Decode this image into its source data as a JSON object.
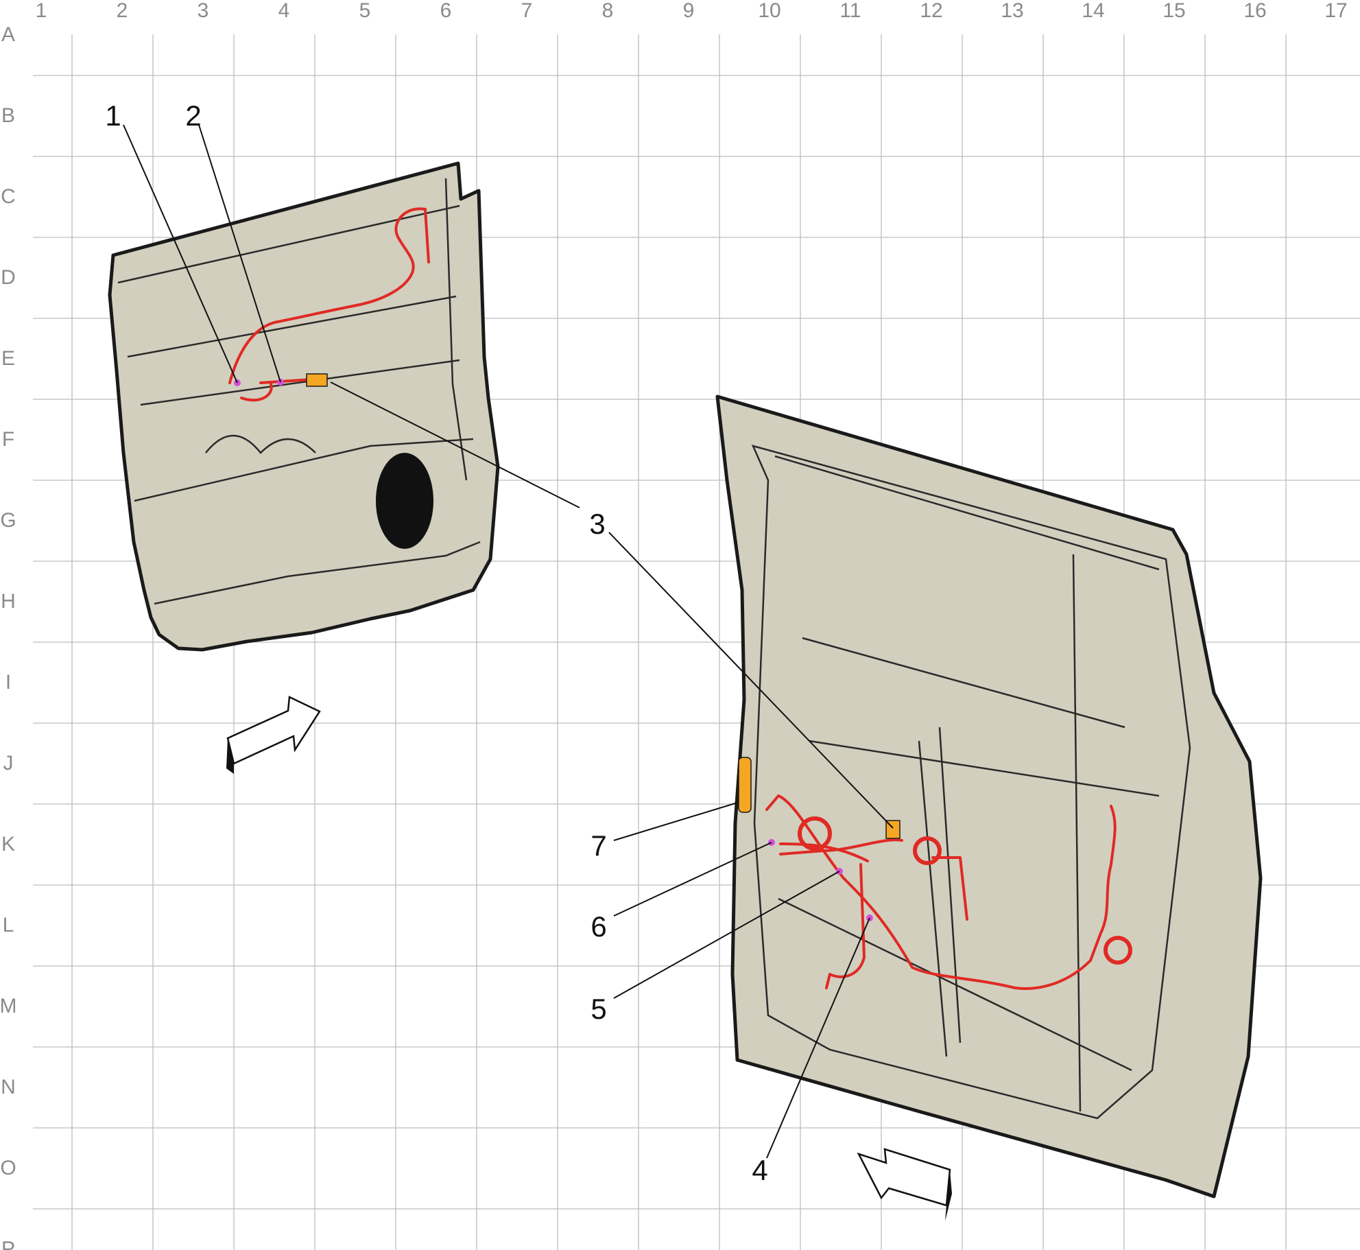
{
  "columns": [
    "1",
    "2",
    "3",
    "4",
    "5",
    "6",
    "7",
    "8",
    "9",
    "10",
    "11",
    "12",
    "13",
    "14",
    "15",
    "16",
    "17"
  ],
  "rows": [
    "A",
    "B",
    "C",
    "D",
    "E",
    "F",
    "G",
    "H",
    "I",
    "J",
    "K",
    "L",
    "M",
    "N",
    "O",
    "P"
  ],
  "callouts": [
    "1",
    "2",
    "3",
    "4",
    "5",
    "6",
    "7"
  ],
  "colors": {
    "panel_fill": "#d2cfbf",
    "outline": "#1a1a1a",
    "wiring": "#e02a24",
    "connector": "#f5a623",
    "splice": "#d64fd6",
    "grid": "#bdbdbd"
  }
}
